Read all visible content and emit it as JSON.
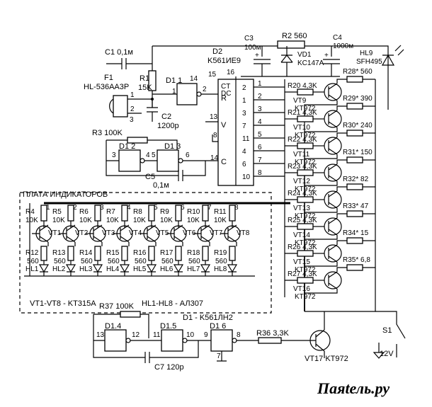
{
  "components": {
    "c1": "C1 0,1м",
    "r1": "R1",
    "r1_val": "15K",
    "f1": "F1",
    "f1_type": "HL-536AA3P",
    "c2": "C2",
    "c2_val": "1200р",
    "r3": "R3 100K",
    "c5": "C5",
    "c5_val": "0,1м",
    "c3": "C3",
    "c3_val": "100м",
    "d2": "D2",
    "d2_type": "K561ИЕ9",
    "r2": "R2 560",
    "vd1": "VD1",
    "vd1_type": "KC147A",
    "c4": "C4",
    "c4_val": "1000м",
    "hl9": "HL9",
    "hl9_type": "SFH495",
    "d1_1": "D1 1",
    "d1_2": "D1 2",
    "d1_3": "D1 3",
    "d1_4": "D1.4",
    "d1_5": "D1.5",
    "d1_6": "D1 6",
    "ct": "CT",
    "dc": "DC",
    "r_pin": "R",
    "v_pin": "V",
    "c_pin": "C",
    "r37": "R37 100K",
    "c7": "C7 120р",
    "d1_type": "D1 - K561ЛН2",
    "r36": "R36 3,3K",
    "vt17": "VT17 KT972",
    "s1": "S1",
    "supply": "12V",
    "board": "ПЛАТА ИНДИКАТОРОВ",
    "vt_note": "VT1-VT8 - KT315A",
    "hl_note": "HL1-HL8 - АЛ307",
    "watermark": "Паяtель.ру"
  },
  "indicator_channels": [
    {
      "r_base": "R4",
      "r_led": "R12",
      "vt": "VT1",
      "hl": "HL1"
    },
    {
      "r_base": "R5",
      "r_led": "R13",
      "vt": "VT2",
      "hl": "HL2"
    },
    {
      "r_base": "R6",
      "r_led": "R14",
      "vt": "VT3",
      "hl": "HL3"
    },
    {
      "r_base": "R7",
      "r_led": "R15",
      "vt": "VT4",
      "hl": "HL4"
    },
    {
      "r_base": "R8",
      "r_led": "R16",
      "vt": "VT5",
      "hl": "HL5"
    },
    {
      "r_base": "R9",
      "r_led": "R17",
      "vt": "VT6",
      "hl": "HL6"
    },
    {
      "r_base": "R10",
      "r_led": "R18",
      "vt": "VT7",
      "hl": "HL7"
    },
    {
      "r_base": "R11",
      "r_led": "R19",
      "vt": "VT8",
      "hl": "HL8"
    }
  ],
  "indicator_values": {
    "r_base": "10K",
    "r_led": "560"
  },
  "driver_channels": [
    {
      "r_base": "R20 4,3K",
      "vt": "VT9",
      "vt_type": "KT972",
      "r_led": "R28* 560"
    },
    {
      "r_base": "R21 4,3K",
      "vt": "VT10",
      "vt_type": "KT972",
      "r_led": "R29* 390"
    },
    {
      "r_base": "R22 4,3K",
      "vt": "VT11",
      "vt_type": "KT972",
      "r_led": "R30* 240"
    },
    {
      "r_base": "R23 4,3K",
      "vt": "VT12",
      "vt_type": "KT972",
      "r_led": "R31* 150"
    },
    {
      "r_base": "R24 4,3K",
      "vt": "VT13",
      "vt_type": "KT972",
      "r_led": "R32* 82"
    },
    {
      "r_base": "R25 4,3K",
      "vt": "VT14",
      "vt_type": "KT972",
      "r_led": "R33* 47"
    },
    {
      "r_base": "R26 4,3K",
      "vt": "VT15",
      "vt_type": "KT972",
      "r_led": "R34* 15"
    },
    {
      "r_base": "R27 4,3K",
      "vt": "VT16",
      "vt_type": "KT972",
      "r_led": "R35* 6,8"
    }
  ],
  "counter_out_pins": [
    "2",
    "1",
    "3",
    "7",
    "11",
    "4",
    "6",
    "10"
  ],
  "counter_pin_right": [
    "1",
    "2",
    "3",
    "4",
    "5",
    "6",
    "7",
    "8"
  ],
  "pins": {
    "p1": "1",
    "p2": "2",
    "p3": "3",
    "p4": "4",
    "p5": "5",
    "p6": "6",
    "p7": "7",
    "p8": "8",
    "p9": "9",
    "p10": "10",
    "p11": "11",
    "p12": "12",
    "p13": "13",
    "p14": "14",
    "p15": "15",
    "p16": "16"
  }
}
